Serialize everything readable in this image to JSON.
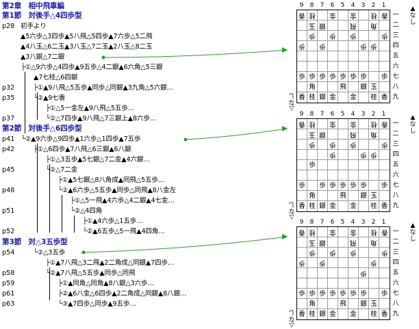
{
  "chapter": "第2章　相中飛車編",
  "sections": [
    {
      "title": "第1節　対後手△4四歩型"
    },
    {
      "title": "第2節　対後手△6四歩型"
    },
    {
      "title": "第3節　対△3五歩型"
    }
  ],
  "lines": [
    {
      "page": "p28",
      "text": "初手より"
    },
    {
      "page": "",
      "text": "▲5六歩△3四歩▲5八飛△5四歩▲7六歩△5二飛"
    },
    {
      "page": "",
      "text": "▲4八玉△6二玉▲3八玉△7二玉▲2八玉△8二玉"
    },
    {
      "page": "",
      "text": "▲3八銀△7二銀"
    },
    {
      "page": "",
      "text": "├①△9六歩△4四歩▲9五歩△4二銀▲6六角△5三銀"
    },
    {
      "page": "",
      "text": "▲7七桂△6四銀"
    },
    {
      "page": "p32",
      "text": "├①▲9八飛△5五歩▲同歩△同銀▲3九角△5六銀…"
    },
    {
      "page": "p35",
      "text": "└②▲9七香"
    },
    {
      "page": "",
      "text": "├①△5一金左▲9八飛△5五歩…"
    },
    {
      "page": "p37",
      "text": "└②△7四歩▲9八飛△7三銀上▲8六歩…"
    },
    {
      "page": "p41",
      "text": "└②▲9六歩△9四歩▲1六歩△1四歩▲7五歩"
    },
    {
      "page": "p42",
      "text": "├①△6四歩▲7八飛△6三銀▲6八銀"
    },
    {
      "page": "",
      "text": "├①△3五歩▲5七銀△7二金▲4六銀…"
    },
    {
      "page": "p45",
      "text": "└②△7二金"
    },
    {
      "page": "",
      "text": "├①▲5七銀△8八角成▲同飛△5五歩…"
    },
    {
      "page": "p48",
      "text": "└②▲6六歩△5五歩▲同歩△同飛▲8八金左"
    },
    {
      "page": "",
      "text": "├①△5一飛▲4六歩△4二銀▲4七金…"
    },
    {
      "page": "p51",
      "text": "└②△4四角"
    },
    {
      "page": "",
      "text": "├①▲4六歩△1五歩…"
    },
    {
      "page": "p52",
      "text": "└②▲6五歩△5一飛▲4四角…"
    },
    {
      "page": "p54",
      "text": "└②△3五歩"
    },
    {
      "page": "",
      "text": "├①▲7八飛△3二飛▲2二角成△同銀▲7四歩…"
    },
    {
      "page": "p58",
      "text": "└②▲7八飛△5五歩▲同歩△同飛"
    },
    {
      "page": "p59",
      "text": "├①▲同角△同角▲8八銀△3六歩…"
    },
    {
      "page": "p61",
      "text": "├②▲6八金△6四歩▲2二角成△同銀▲8八銀…"
    },
    {
      "page": "p63",
      "text": "└③▲7四歩△同歩▲9五歩…"
    }
  ],
  "board_labels": {
    "cols": [
      "9",
      "8",
      "7",
      "6",
      "5",
      "4",
      "3",
      "2",
      "1"
    ],
    "rows": [
      "一",
      "二",
      "三",
      "四",
      "五",
      "六",
      "七",
      "八",
      "九"
    ],
    "gote_hand": "なし",
    "gote_mark": "▲",
    "sente_hand": "なし",
    "sente_mark": "▽"
  },
  "boards": [
    {
      "pieces": [
        [
          "香g",
          "桂g",
          "",
          "金g",
          "",
          "金g",
          "",
          "桂g",
          "香g"
        ],
        [
          "",
          "玉g",
          "銀g",
          "",
          "",
          "飛g",
          "",
          "角g",
          ""
        ],
        [
          "",
          "歩g",
          "",
          "歩g",
          "",
          "歩g",
          "",
          "",
          "歩g"
        ],
        [
          "歩g",
          "",
          "歩g",
          "",
          "",
          "",
          "歩g",
          "歩g",
          ""
        ],
        [
          "",
          "",
          "",
          "",
          "",
          "",
          "",
          "",
          ""
        ],
        [
          "",
          "",
          "",
          "",
          "",
          "",
          "",
          "",
          ""
        ],
        [
          "歩",
          "歩",
          "歩",
          "歩",
          "歩",
          "歩",
          "歩",
          "",
          "歩"
        ],
        [
          "",
          "角",
          "",
          "",
          "飛",
          "",
          "銀",
          "玉",
          ""
        ],
        [
          "香",
          "桂",
          "銀",
          "金",
          "",
          "金",
          "",
          "桂",
          "香"
        ]
      ]
    },
    {
      "pieces": [
        [
          "香g",
          "桂g",
          "",
          "金g",
          "",
          "金g",
          "",
          "桂g",
          "香g"
        ],
        [
          "",
          "玉g",
          "銀g",
          "",
          "",
          "飛g",
          "",
          "角g",
          ""
        ],
        [
          "",
          "歩g",
          "",
          "歩g",
          "",
          "歩g",
          "",
          "",
          "歩g"
        ],
        [
          "",
          "",
          "",
          "歩g",
          "",
          "",
          "歩g",
          "歩g",
          ""
        ],
        [
          "",
          "歩",
          "",
          "",
          "",
          "",
          "",
          "",
          ""
        ],
        [
          "",
          "",
          "",
          "",
          "",
          "",
          "",
          "",
          ""
        ],
        [
          "歩",
          "",
          "歩",
          "歩",
          "歩",
          "歩",
          "歩",
          "",
          "歩"
        ],
        [
          "",
          "角",
          "",
          "",
          "飛",
          "",
          "銀",
          "玉",
          ""
        ],
        [
          "香",
          "桂",
          "銀",
          "金",
          "",
          "金",
          "",
          "桂",
          "香"
        ]
      ]
    },
    {
      "pieces": [
        [
          "香g",
          "桂g",
          "",
          "金g",
          "",
          "金g",
          "",
          "桂g",
          "香g"
        ],
        [
          "",
          "玉g",
          "銀g",
          "",
          "",
          "飛g",
          "",
          "角g",
          ""
        ],
        [
          "",
          "歩g",
          "",
          "歩g",
          "",
          "歩g",
          "",
          "",
          "歩g"
        ],
        [
          "歩g",
          "",
          "歩g",
          "",
          "",
          "",
          "",
          "歩g",
          ""
        ],
        [
          "",
          "",
          "",
          "",
          "",
          "",
          "歩g",
          "",
          ""
        ],
        [
          "",
          "",
          "",
          "",
          "",
          "",
          "",
          "",
          ""
        ],
        [
          "歩",
          "歩",
          "歩",
          "歩",
          "歩",
          "歩",
          "歩",
          "",
          "歩"
        ],
        [
          "",
          "角",
          "",
          "",
          "飛",
          "",
          "銀",
          "玉",
          ""
        ],
        [
          "香",
          "桂",
          "銀",
          "金",
          "",
          "金",
          "",
          "桂",
          "香"
        ]
      ]
    }
  ],
  "colors": {
    "heading": "#1a1aa6",
    "arrow": "#2a9a2a",
    "grid": "#9a9a9a"
  }
}
